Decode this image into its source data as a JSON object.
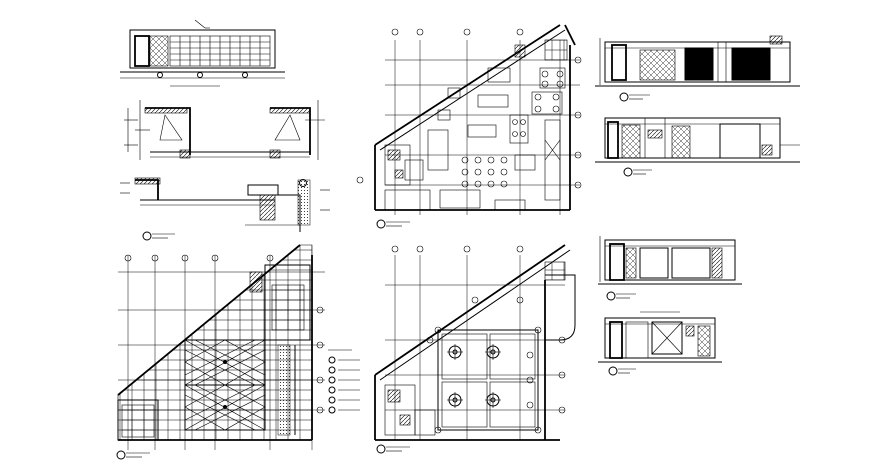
{
  "drawing": {
    "background": "#ffffff",
    "ink": "#000000",
    "panels": [
      "elevation-strip-top-left",
      "section-details-left",
      "floor-plan-furniture-layout",
      "elevations-right-top",
      "floor-plan-tile-layout",
      "reflected-ceiling-plan",
      "elevations-right-bottom",
      "ceiling-legend"
    ],
    "legend_symbols": [
      "circle-symbol",
      "circle-symbol",
      "circle-symbol",
      "circle-symbol",
      "circle-symbol",
      "circle-symbol"
    ]
  }
}
